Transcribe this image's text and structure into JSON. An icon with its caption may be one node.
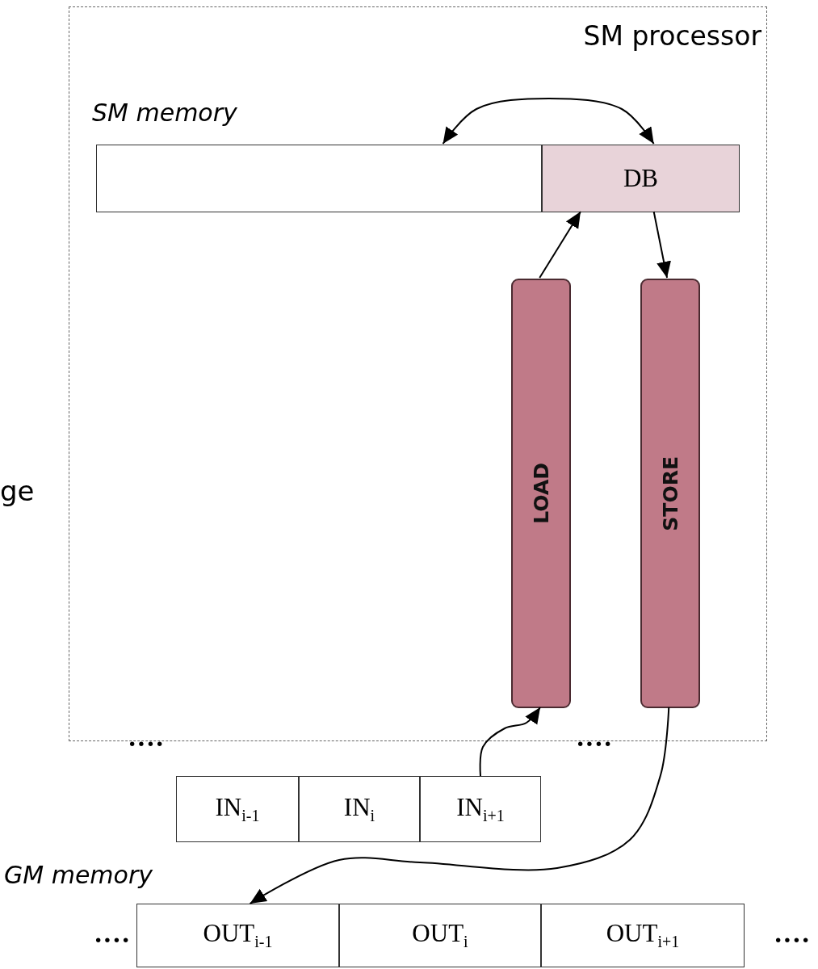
{
  "diagram": {
    "nodes": [
      {
        "text": [
          "SM processor"
        ]
      },
      {
        "text": [
          "SM memory"
        ],
        "in": 0
      },
      {
        "text": [
          "DB"
        ],
        "in": 0
      },
      {
        "text": [
          "LOAD"
        ],
        "in": 0
      },
      {
        "text": [
          "STORE"
        ],
        "in": 0
      },
      {
        "text": [
          "IN$_{i-1}$"
        ]
      },
      {
        "text": [
          "IN$_{i}$"
        ]
      },
      {
        "text": [
          "IN$_{i+1}$"
        ]
      },
      {
        "text": [
          "OUT$_{i-1}$"
        ]
      },
      {
        "text": [
          "OUT$_{i}$"
        ]
      },
      {
        "text": [
          "OUT$_{i+1}$"
        ]
      }
    ],
    "edges": [
      {
        "from": 1,
        "to": 2,
        "arrow": "both"
      },
      {
        "from": 3,
        "to": 2,
        "arrow": "to"
      },
      {
        "from": 2,
        "to": 4,
        "arrow": "to"
      },
      {
        "from": 7,
        "to": 3,
        "arrow": "to"
      },
      {
        "from": 4,
        "to": 8,
        "arrow": "to"
      }
    ],
    "labels": [
      "ge",
      "····",
      "····",
      "GM memory",
      "····",
      "····"
    ]
  }
}
